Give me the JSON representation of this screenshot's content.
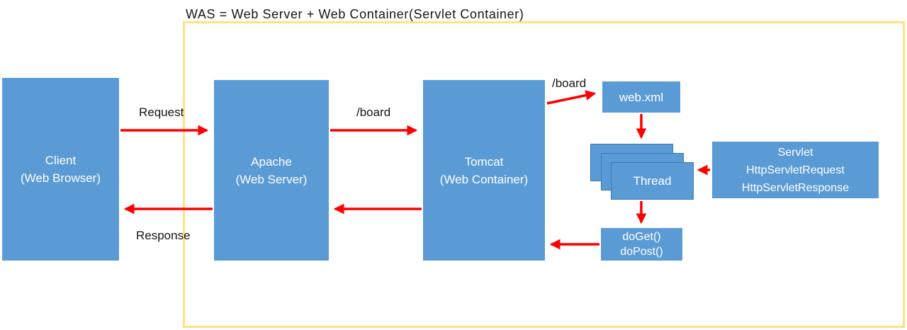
{
  "title": "WAS = Web Server + Web Container(Servlet Container)",
  "colors": {
    "box_blue": "#5b9bd5",
    "box_border_blue": "#3a78b5",
    "was_boundary_yellow": "#ffe27d",
    "arrow_red": "#fe0000",
    "box_text": "#ffffff",
    "label_text": "#151515"
  },
  "nodes": {
    "client": {
      "line1": "Client",
      "line2": "(Web Browser)"
    },
    "apache": {
      "line1": "Apache",
      "line2": "(Web Server)"
    },
    "tomcat": {
      "line1": "Tomcat",
      "line2": "(Web Container)"
    },
    "webxml": {
      "label": "web.xml"
    },
    "thread": {
      "label": "Thread"
    },
    "servlet": {
      "line1": "Servlet",
      "line2": "HttpServletRequest",
      "line3": "HttpServletResponse"
    },
    "doget": {
      "line1": "doGet()",
      "line2": "doPost()"
    }
  },
  "edge_labels": {
    "request": "Request",
    "board_apache_to_tomcat": "/board",
    "board_tomcat_to_webxml": "/board",
    "response": "Response"
  }
}
